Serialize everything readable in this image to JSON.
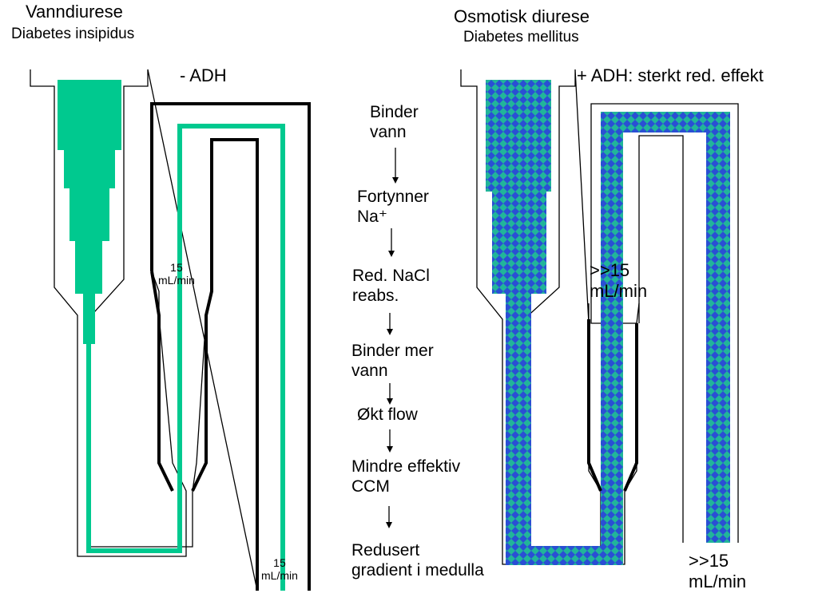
{
  "left_panel": {
    "title": "Vanndiurese",
    "subtitle": "Diabetes insipidus",
    "adh_label": "- ADH",
    "flow_label_1": [
      "15",
      "mL/min"
    ],
    "flow_label_2": [
      "15",
      "mL/min"
    ]
  },
  "right_panel": {
    "title": "Osmotisk diurese",
    "subtitle": "Diabetes mellitus",
    "adh_label": "+ ADH: sterkt red. effekt",
    "flow_label_1": [
      ">>15",
      "mL/min"
    ],
    "flow_label_2": [
      ">>15",
      "mL/min"
    ]
  },
  "flow_chain": [
    [
      "Binder",
      "vann"
    ],
    [
      "Fortynner",
      "Na⁺"
    ],
    [
      "Red. NaCl",
      "reabs."
    ],
    [
      "Binder mer",
      "vann"
    ],
    [
      "Økt flow"
    ],
    [
      "Mindre effektiv",
      "CCM"
    ],
    [
      "Redusert",
      "gradient i medulla"
    ]
  ],
  "colors": {
    "fluid_green": "#00c98f",
    "pattern_blue": "#2a4fd4",
    "pattern_teal": "#21b59a",
    "outline": "#000000"
  }
}
